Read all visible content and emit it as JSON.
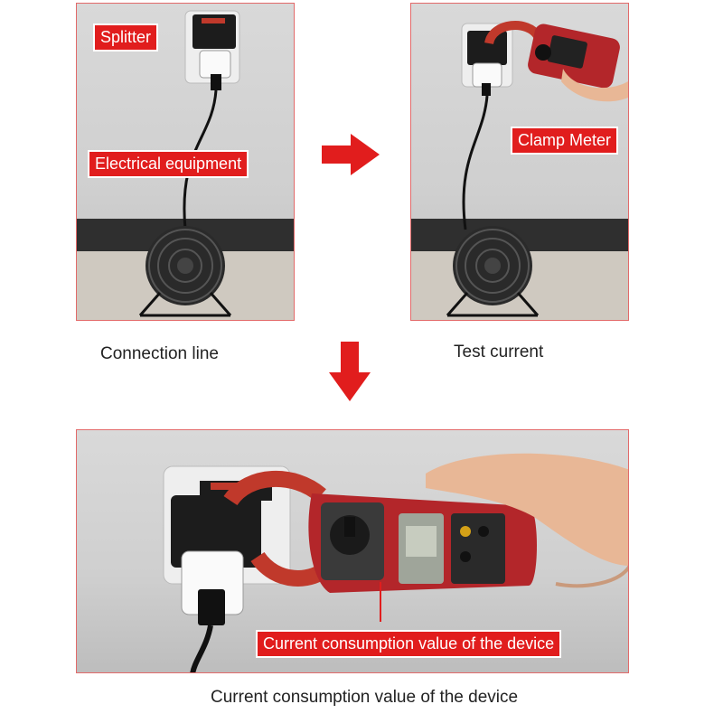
{
  "panels": {
    "connection": {
      "caption": "Connection line",
      "labels": {
        "splitter": "Splitter",
        "equipment": "Electrical equipment"
      }
    },
    "test": {
      "caption": "Test current",
      "labels": {
        "meter": "Clamp Meter"
      }
    },
    "result": {
      "caption": "Current consumption value of the device",
      "labels": {
        "value": "Current consumption value of the device"
      }
    }
  },
  "icons": [
    "arrow-right-icon",
    "arrow-down-icon"
  ],
  "colors": {
    "accent": "#e11d1d",
    "frame": "#e26a6a",
    "wall": "#d6d6d6",
    "floor": "#2b2b2b"
  }
}
